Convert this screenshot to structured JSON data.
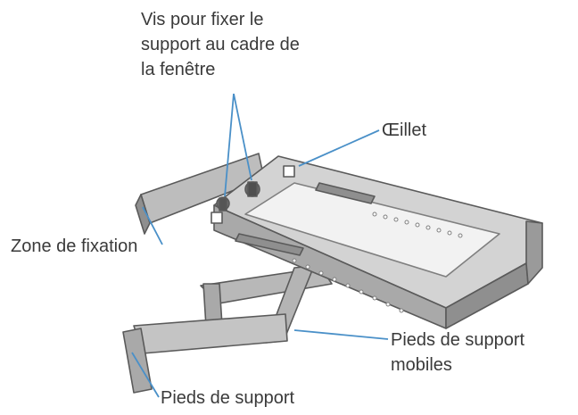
{
  "labels": {
    "screws": [
      "Vis pour fixer le",
      "support au cadre de",
      "la fenêtre"
    ],
    "eyelet": "Œillet",
    "zone": "Zone de fixation",
    "mobile_feet": [
      "Pieds de support",
      "mobiles"
    ],
    "feet": "Pieds de support"
  },
  "colors": {
    "bracket_light": "#c9c9c9",
    "bracket_mid": "#a9a9a9",
    "bracket_dark": "#7f7f7f",
    "outline": "#5a5a5a",
    "leader": "#4a90c8",
    "text": "#3a3a3a"
  }
}
